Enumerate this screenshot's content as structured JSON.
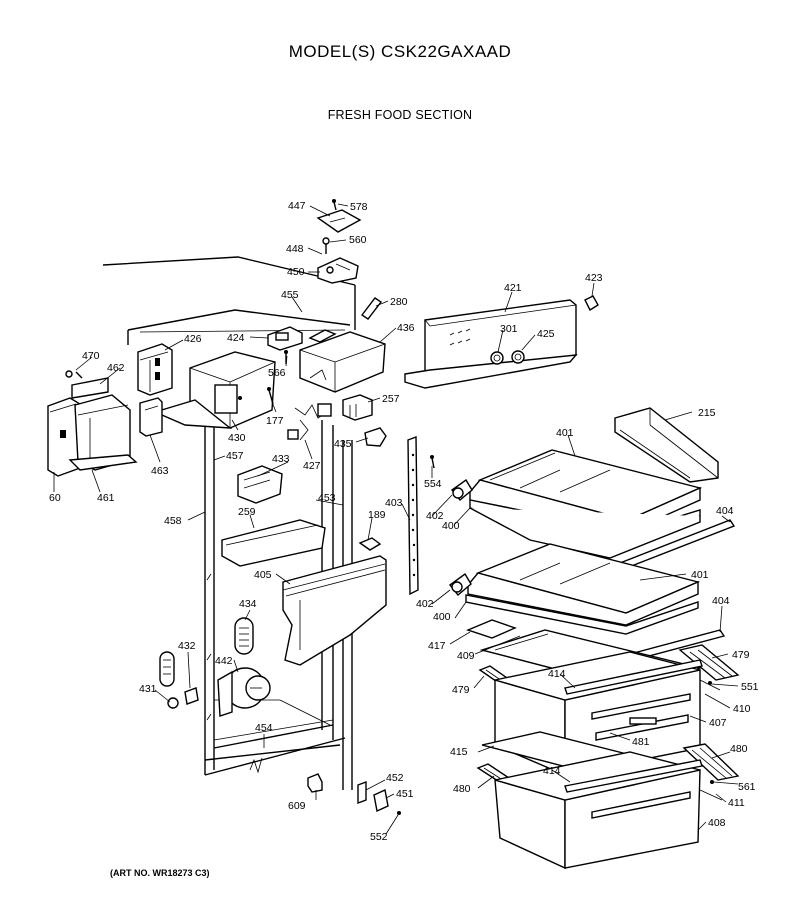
{
  "header": {
    "model": "MODEL(S) CSK22GAXAAD",
    "section": "FRESH FOOD SECTION"
  },
  "footer": {
    "art_number": "(ART NO. WR18273 C3)"
  },
  "parts": [
    {
      "id": "447"
    },
    {
      "id": "578"
    },
    {
      "id": "448"
    },
    {
      "id": "560"
    },
    {
      "id": "450"
    },
    {
      "id": "455"
    },
    {
      "id": "280"
    },
    {
      "id": "421"
    },
    {
      "id": "423"
    },
    {
      "id": "426"
    },
    {
      "id": "424"
    },
    {
      "id": "436"
    },
    {
      "id": "301"
    },
    {
      "id": "425"
    },
    {
      "id": "470"
    },
    {
      "id": "462"
    },
    {
      "id": "566"
    },
    {
      "id": "177"
    },
    {
      "id": "257"
    },
    {
      "id": "430"
    },
    {
      "id": "435"
    },
    {
      "id": "215"
    },
    {
      "id": "463"
    },
    {
      "id": "457"
    },
    {
      "id": "427"
    },
    {
      "id": "433"
    },
    {
      "id": "401"
    },
    {
      "id": "60"
    },
    {
      "id": "461"
    },
    {
      "id": "554"
    },
    {
      "id": "453"
    },
    {
      "id": "403"
    },
    {
      "id": "402"
    },
    {
      "id": "458"
    },
    {
      "id": "259"
    },
    {
      "id": "189"
    },
    {
      "id": "400"
    },
    {
      "id": "404"
    },
    {
      "id": "405"
    },
    {
      "id": "401"
    },
    {
      "id": "434"
    },
    {
      "id": "402"
    },
    {
      "id": "400"
    },
    {
      "id": "404"
    },
    {
      "id": "432"
    },
    {
      "id": "417"
    },
    {
      "id": "409"
    },
    {
      "id": "479"
    },
    {
      "id": "442"
    },
    {
      "id": "414"
    },
    {
      "id": "431"
    },
    {
      "id": "479"
    },
    {
      "id": "551"
    },
    {
      "id": "410"
    },
    {
      "id": "407"
    },
    {
      "id": "454"
    },
    {
      "id": "481"
    },
    {
      "id": "415"
    },
    {
      "id": "480"
    },
    {
      "id": "414"
    },
    {
      "id": "452"
    },
    {
      "id": "561"
    },
    {
      "id": "609"
    },
    {
      "id": "451"
    },
    {
      "id": "480"
    },
    {
      "id": "411"
    },
    {
      "id": "408"
    },
    {
      "id": "552"
    }
  ]
}
